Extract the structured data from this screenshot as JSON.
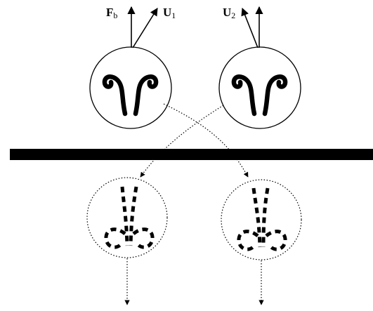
{
  "labels": {
    "fb": {
      "main": "F",
      "sub": "b"
    },
    "u1": {
      "main": "U",
      "sub": "1"
    },
    "u2": {
      "main": "U",
      "sub": "2"
    }
  },
  "colors": {
    "ink": "#000000",
    "background": "#ffffff"
  }
}
